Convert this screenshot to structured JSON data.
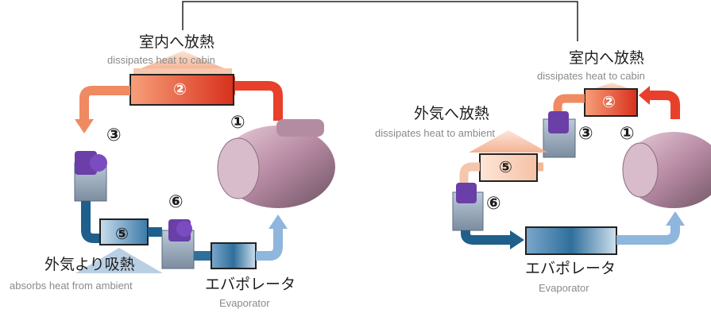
{
  "left": {
    "cabin_jp": "室内へ放熱",
    "cabin_en": "dissipates heat to cabin",
    "ambient_jp": "外気より吸熱",
    "ambient_en": "absorbs heat from ambient",
    "evap_jp": "エバポレータ",
    "evap_en": "Evaporator",
    "n1": "①",
    "n2": "②",
    "n3": "③",
    "n5": "⑤",
    "n6": "⑥"
  },
  "right": {
    "cabin_jp": "室内へ放熱",
    "cabin_en": "dissipates heat to cabin",
    "ambient_jp": "外気へ放熱",
    "ambient_en": "dissipates heat to ambient",
    "evap_jp": "エバポレータ",
    "evap_en": "Evaporator",
    "n1": "①",
    "n2": "②",
    "n3": "③",
    "n5": "⑤",
    "n6": "⑥"
  },
  "colors": {
    "hot": "#e8402a",
    "warm": "#f08a62",
    "cool": "#1f5f8c",
    "light_blue": "#8fb6dc",
    "valve": "#6a3fa8",
    "compressor": "#c79ab4"
  }
}
